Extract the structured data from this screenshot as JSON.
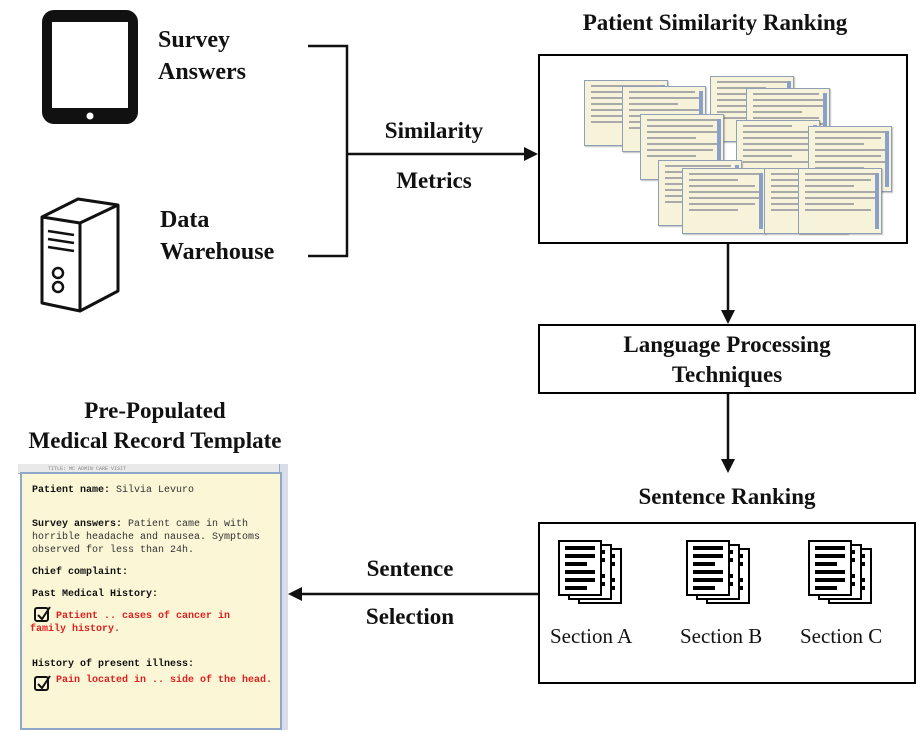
{
  "inputs": {
    "survey_label": "Survey\nAnswers",
    "warehouse_label": "Data\nWarehouse"
  },
  "edge_similarity": {
    "line1": "Similarity",
    "line2": "Metrics"
  },
  "patient_ranking": {
    "title": "Patient Similarity Ranking"
  },
  "language_processing": {
    "line1": "Language Processing",
    "line2": "Techniques"
  },
  "sentence_ranking": {
    "title": "Sentence Ranking",
    "sections": [
      "Section A",
      "Section B",
      "Section C"
    ]
  },
  "edge_selection": {
    "line1": "Sentence",
    "line2": "Selection"
  },
  "template": {
    "title_line1": "Pre-Populated",
    "title_line2": "Medical Record Template",
    "header_strip": "TITLE: MC ADMIN CARE VISIT",
    "patient_name_label": "Patient name:",
    "patient_name_value": " Silvia Levuro",
    "survey_label": "Survey answers:",
    "survey_value": " Patient came in with horrible headache and nausea. Symptoms observed for less than 24h.",
    "chief_complaint": "Chief complaint:",
    "pmh_label": "Past Medical History:",
    "pmh_value": "Patient .. cases of cancer in family history.",
    "hpi_label": "History of present illness:",
    "hpi_value": "Pain located in .. side of the head."
  },
  "colors": {
    "highlight_red": "#e02020",
    "note_bg": "#f7f3da",
    "template_bg": "#fbf6d6"
  }
}
